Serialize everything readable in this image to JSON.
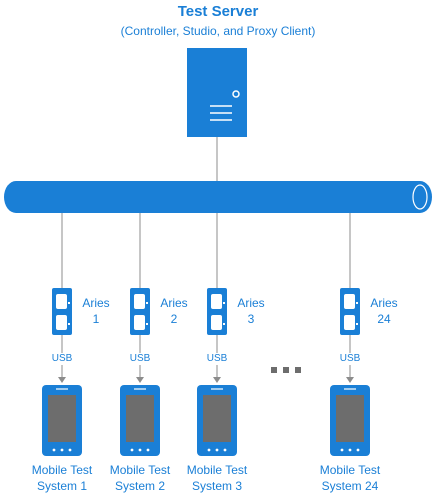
{
  "server": {
    "title": "Test Server",
    "subtitle": "(Controller, Studio, and Proxy Client)"
  },
  "usb_label": "USB",
  "ellipsis": "...",
  "systems": [
    {
      "aries": [
        "Aries",
        "1"
      ],
      "name": [
        "Mobile Test",
        "System 1"
      ]
    },
    {
      "aries": [
        "Aries",
        "2"
      ],
      "name": [
        "Mobile Test",
        "System 2"
      ]
    },
    {
      "aries": [
        "Aries",
        "3"
      ],
      "name": [
        "Mobile Test",
        "System 3"
      ]
    },
    {
      "aries": [
        "Aries",
        "24"
      ],
      "name": [
        "Mobile Test",
        "System 24"
      ]
    }
  ],
  "colors": {
    "accent": "#1a7fd6",
    "device_screen": "#6d6d6d",
    "line": "#8c8c8c"
  }
}
